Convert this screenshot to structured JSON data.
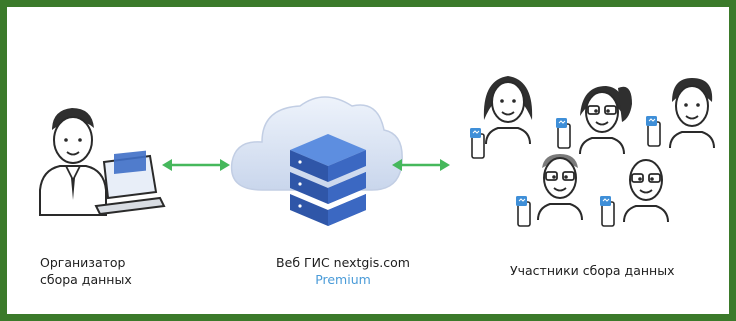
{
  "frame": {
    "border_color": "#3b7a2a"
  },
  "organizer": {
    "label_line1": "Организатор",
    "label_line2": "сбора данных",
    "icon": "person-with-laptop-icon"
  },
  "server": {
    "label": "Веб ГИС nextgis.com",
    "premium": "Premium",
    "premium_color": "#4a9bd8",
    "icon": "cloud-server-icon"
  },
  "participants": {
    "label": "Участники сбора данных",
    "icon": "people-with-phones-icon"
  },
  "arrow_color": "#46b85c"
}
